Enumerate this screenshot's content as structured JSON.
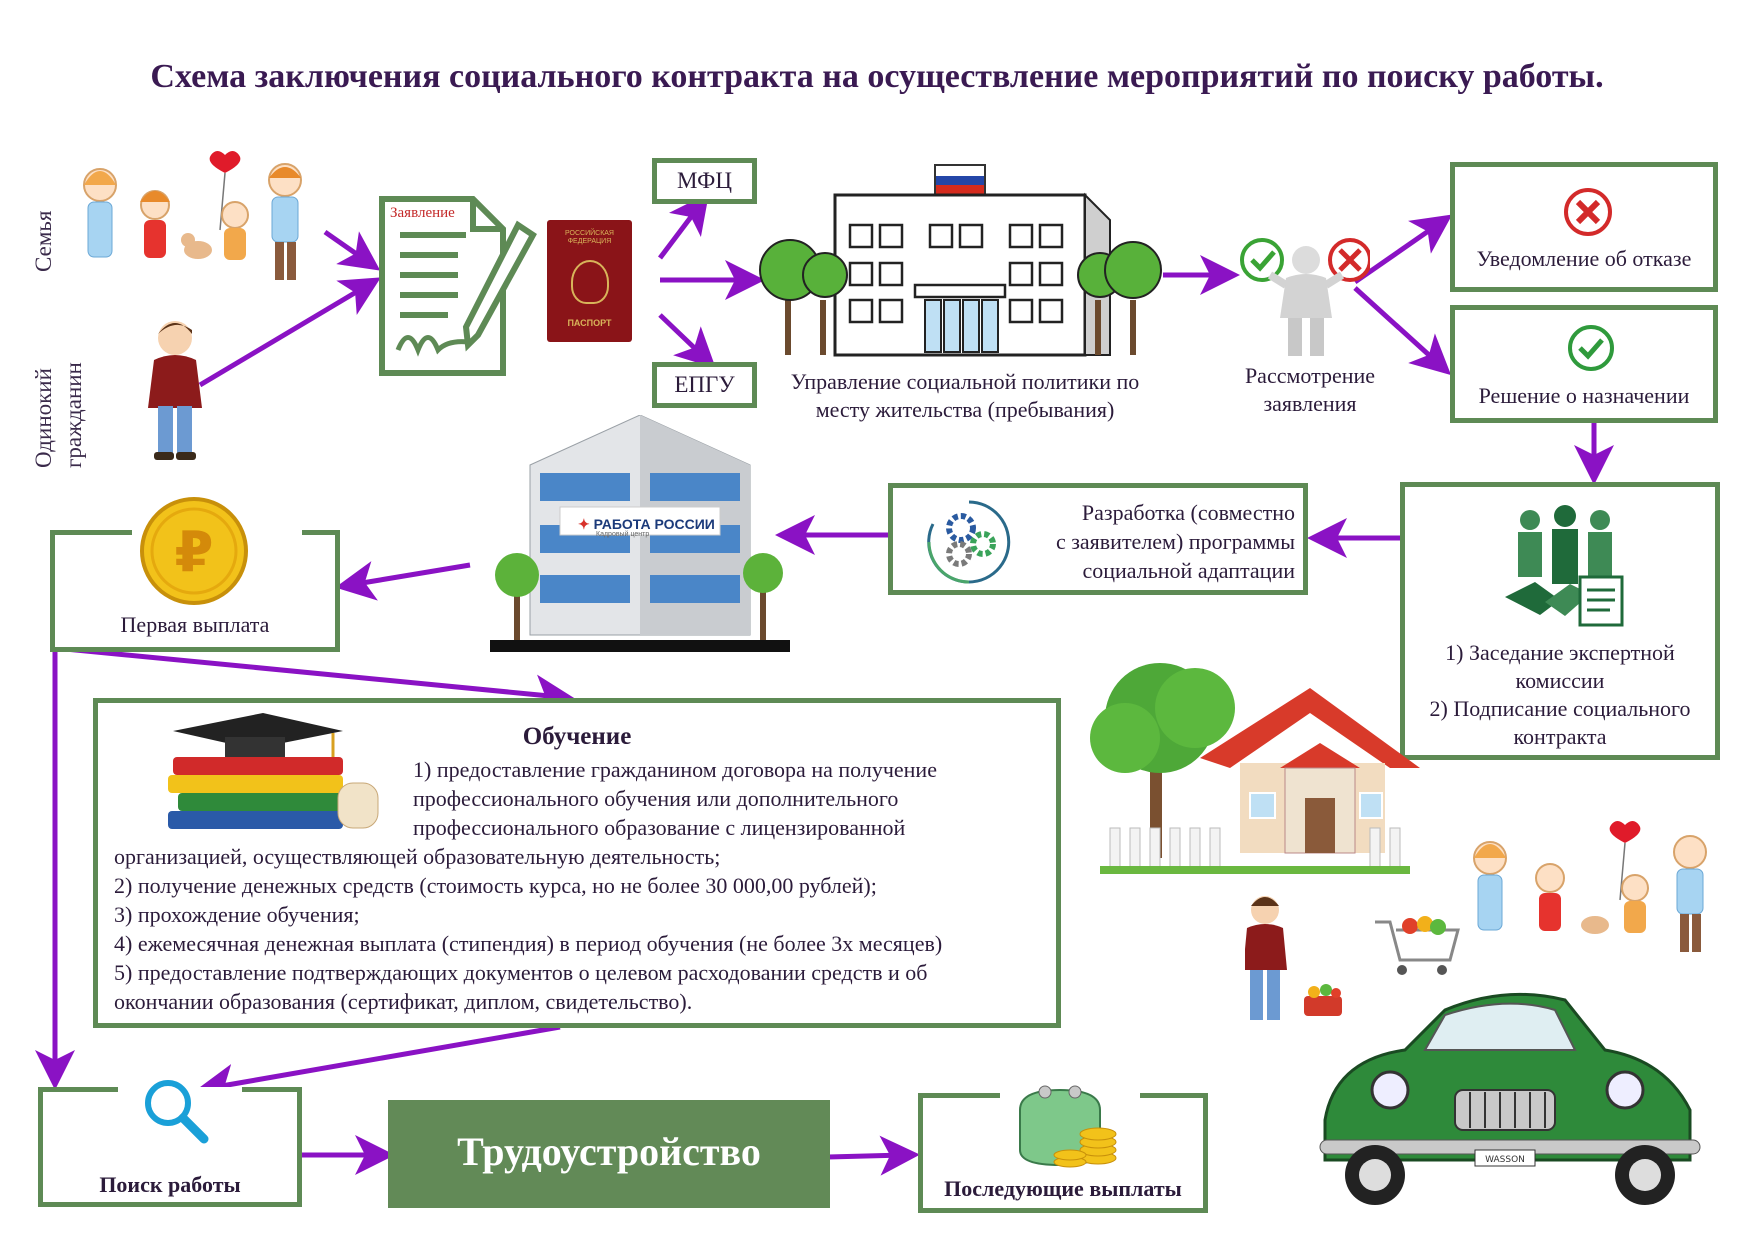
{
  "title": "Схема заключения социального контракта на осуществление мероприятий по поиску работы.",
  "applicants": {
    "family_label": "Семья",
    "single_label_line1": "Одинокий",
    "single_label_line2": "гражданин"
  },
  "documents": {
    "application_label": "Заявление",
    "passport_top": "РОССИЙСКАЯ ФЕДЕРАЦИЯ",
    "passport_label": "ПАСПОРТ"
  },
  "channels": {
    "mfc": "МФЦ",
    "epgu": "ЕПГУ"
  },
  "department": {
    "line1": "Управление социальной политики по",
    "line2": "месту жительства (пребывания)"
  },
  "review": {
    "line1": "Рассмотрение",
    "line2": "заявления"
  },
  "decisions": {
    "refusal": "Уведомление об отказе",
    "approval": "Решение о назначении"
  },
  "commission": {
    "line1": "1) Заседание экспертной",
    "line2": "комиссии",
    "line3": "2) Подписание социального",
    "line4": "контракта"
  },
  "program": {
    "line1": "Разработка (совместно",
    "line2": "с заявителем) программы",
    "line3": "социальной адаптации"
  },
  "rabota": {
    "sign": "РАБОТА РОССИИ",
    "sub": "Кадровый центр"
  },
  "first_payment": "Первая выплата",
  "training": {
    "title": "Обучение",
    "items": [
      "1) предоставление гражданином договора на получение",
      "профессионального обучения или дополнительного",
      "профессионального образование с лицензированной",
      "организацией, осуществляющей образовательную деятельность;",
      "2) получение денежных средств (стоимость курса, но не более 30 000,00 рублей);",
      "3) прохождение обучения;",
      "4) ежемесячная денежная выплата (стипендия) в период обучения (не более 3х месяцев)",
      "5) предоставление подтверждающих документов о целевом расходовании средств и об",
      "окончании образования (сертификат, диплом, свидетельство)."
    ]
  },
  "job_search": "Поиск работы",
  "employment": "Трудоустройство",
  "subsequent_payments": "Последующие выплаты",
  "car_plate": "WASSON",
  "colors": {
    "box_border": "#5e8a55",
    "arrow": "#8a12c4",
    "title": "#3a1a52",
    "employment_bg": "#628a57"
  }
}
